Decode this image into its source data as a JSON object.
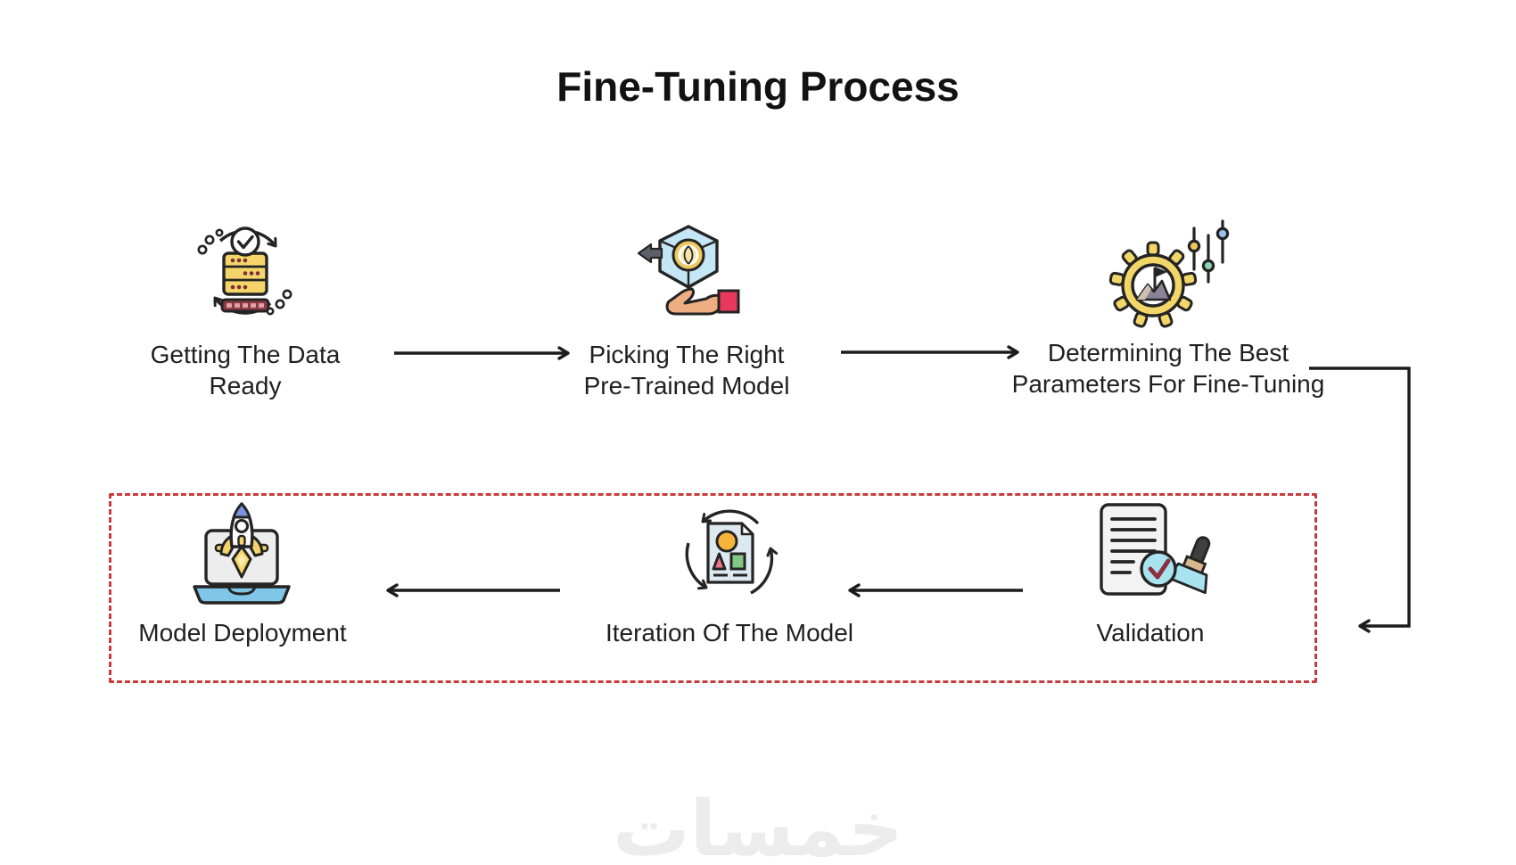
{
  "title": "Fine-Tuning Process",
  "steps": [
    {
      "name": "data-prep",
      "line1": "Getting The Data",
      "line2": "Ready",
      "icon": "database-check-sync-icon"
    },
    {
      "name": "model-pick",
      "line1": "Picking The Right",
      "line2": "Pre-Trained Model",
      "icon": "cube-in-hand-icon"
    },
    {
      "name": "parameters",
      "line1": "Determining The Best",
      "line2": "Parameters For Fine-Tuning",
      "icon": "gear-flag-sliders-icon"
    },
    {
      "name": "validation",
      "line1": "Validation",
      "line2": "",
      "icon": "document-check-stamp-icon"
    },
    {
      "name": "iteration",
      "line1": "Iteration Of The Model",
      "line2": "",
      "icon": "document-shapes-cycle-icon"
    },
    {
      "name": "deployment",
      "line1": "Model Deployment",
      "line2": "",
      "icon": "rocket-laptop-icon"
    }
  ],
  "watermark": "خمسات",
  "colors": {
    "background": "#ffffff",
    "text": "#202020",
    "arrow": "#1c1c1c",
    "loop_border": "#c63c3c",
    "watermark_text": "#ececec",
    "icon_yellow": "#f5d56a",
    "icon_light_blue": "#c5e6f5",
    "icon_cyan": "#a9e3ef",
    "icon_red": "#e8395c",
    "icon_green": "#82c885",
    "icon_orange": "#f6b53a",
    "icon_maroon": "#8a3a44"
  }
}
